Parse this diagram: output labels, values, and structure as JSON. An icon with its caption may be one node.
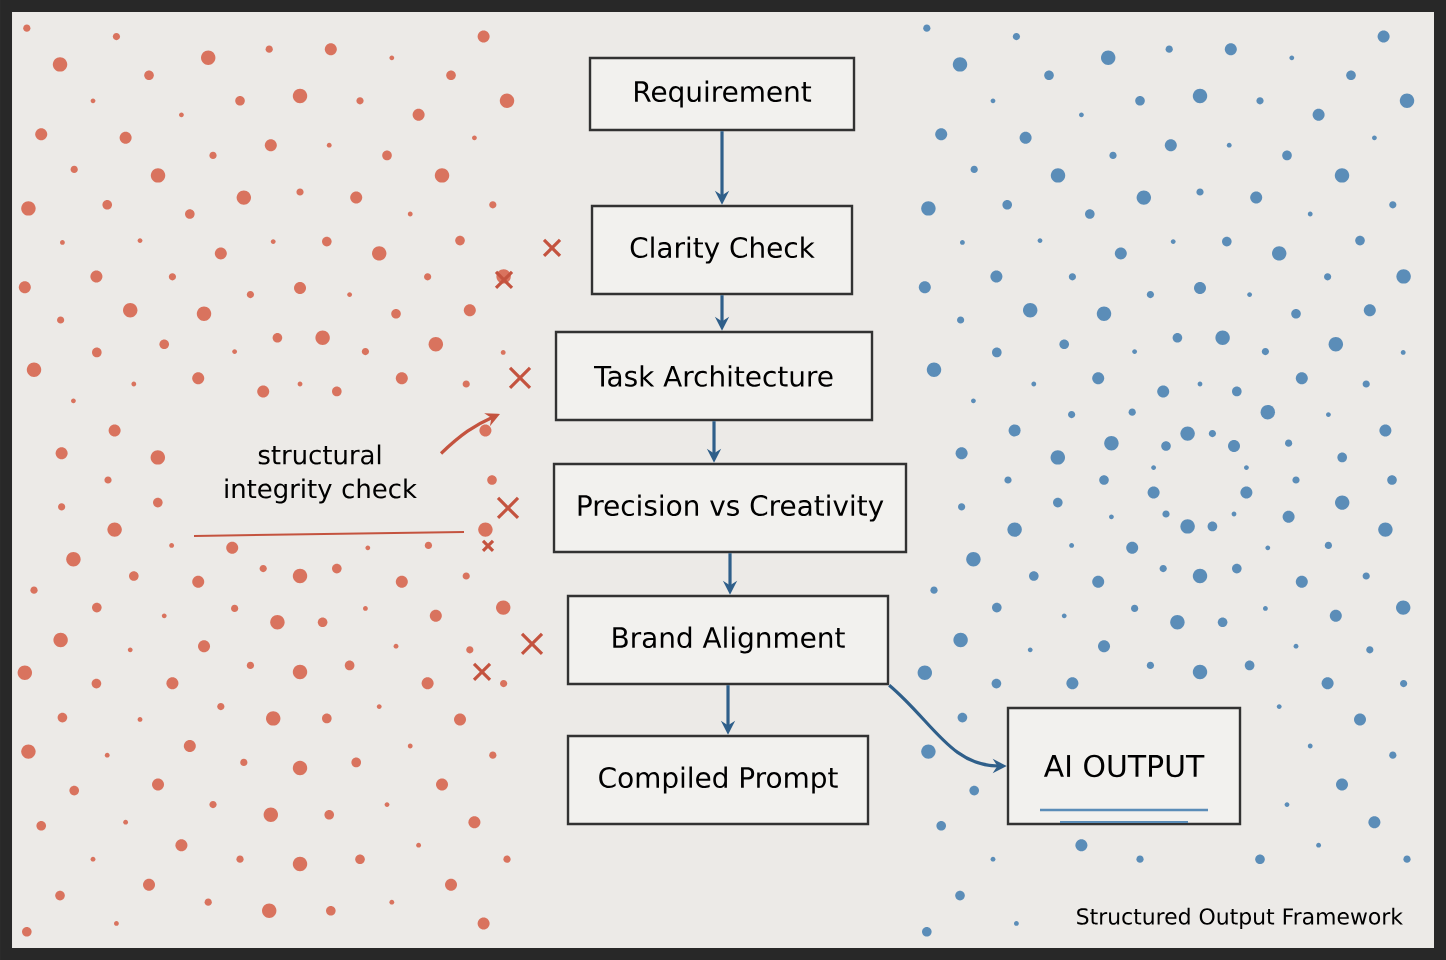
{
  "diagram": {
    "nodes": [
      {
        "text": [
          "Requirement"
        ]
      },
      {
        "text": [
          "Clarity Check"
        ]
      },
      {
        "text": [
          "Task Architecture"
        ]
      },
      {
        "text": [
          "Precision vs Creativity"
        ]
      },
      {
        "text": [
          "Brand Alignment"
        ]
      },
      {
        "text": [
          "Compiled Prompt"
        ]
      },
      {
        "text": [
          "AI OUTPUT"
        ]
      },
      {
        "text": [
          "structural integrity check"
        ]
      }
    ],
    "edges": [
      {
        "from": 0,
        "to": 1,
        "arrow": "to"
      },
      {
        "from": 1,
        "to": 2,
        "arrow": "to"
      },
      {
        "from": 2,
        "to": 3,
        "arrow": "to"
      },
      {
        "from": 3,
        "to": 4,
        "arrow": "to"
      },
      {
        "from": 4,
        "to": 5,
        "arrow": "to"
      },
      {
        "from": 4,
        "to": 6,
        "arrow": "to"
      },
      {
        "from": 7,
        "to": null,
        "arrow": "to",
        "color": "#c4533f"
      }
    ],
    "labels": [
      "Structured Output Framework"
    ]
  }
}
